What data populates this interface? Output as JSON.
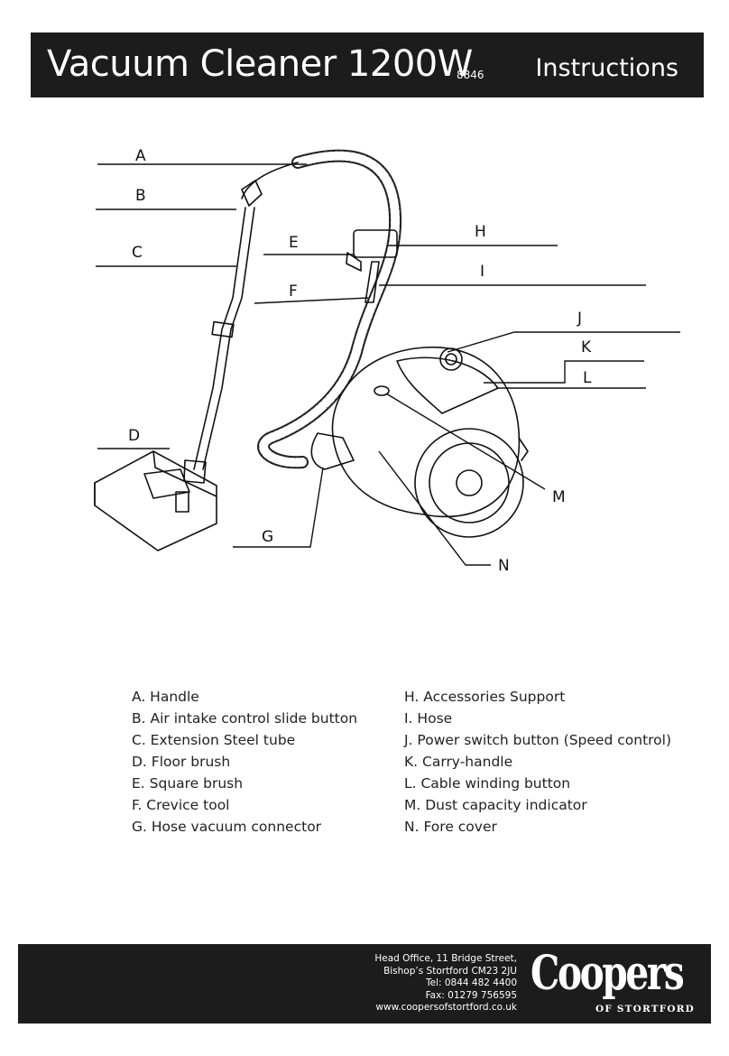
{
  "header": {
    "title": "Vacuum Cleaner 1200W",
    "model": "8846",
    "section": "Instructions"
  },
  "diagram": {
    "callouts": [
      "A",
      "B",
      "C",
      "D",
      "E",
      "F",
      "G",
      "H",
      "I",
      "J",
      "K",
      "L",
      "M",
      "N"
    ]
  },
  "parts_left": [
    "A. Handle",
    "B. Air intake control slide button",
    "C. Extension Steel tube",
    "D. Floor brush",
    "E. Square brush",
    "F. Crevice tool",
    "G. Hose vacuum connector"
  ],
  "parts_right": [
    "H. Accessories Support",
    "I. Hose",
    "J. Power switch button (Speed control)",
    "K. Carry-handle",
    "L. Cable winding button",
    "M. Dust capacity indicator",
    "N. Fore cover"
  ],
  "footer": {
    "address": [
      "Head Office, 11 Bridge Street,",
      "Bishop’s Stortford CM23 2JU",
      "Tel: 0844 482 4400",
      "Fax: 01279 756595",
      "www.coopersofstortford.co.uk"
    ],
    "logo": "Coopers",
    "logo_sub": "OF STORTFORD"
  },
  "colors": {
    "bar": "#1c1c1c",
    "text": "#ffffff"
  }
}
